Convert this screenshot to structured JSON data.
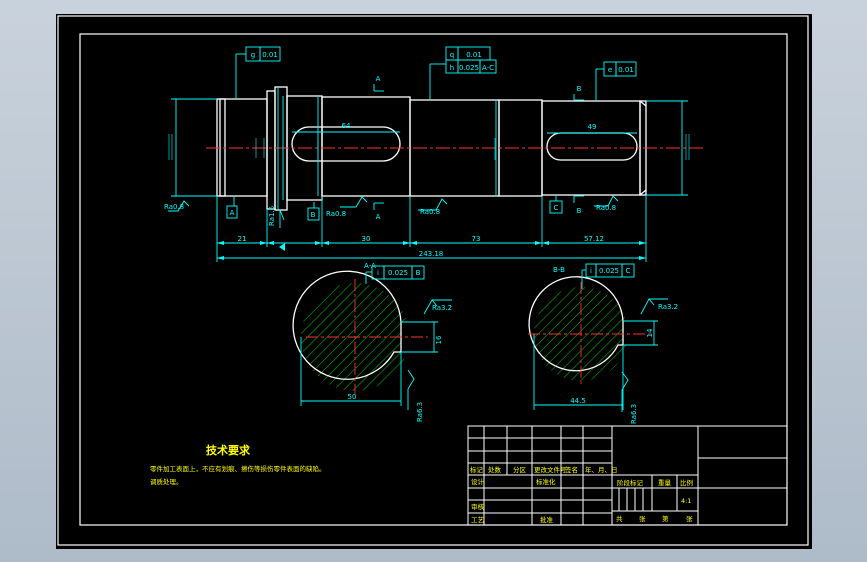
{
  "colors": {
    "background": "#000000",
    "outline": "#ffffff",
    "dimension": "#00ffff",
    "centerline": "#ff3030",
    "text": "#ffff00",
    "hatch": "#00c000",
    "app_bg": "#b8c4d0"
  },
  "tolerances": {
    "g": {
      "symbol": "g",
      "value": "0.01"
    },
    "q": {
      "symbol": "q",
      "value": "0.01"
    },
    "h": {
      "symbol": "h",
      "value": "0.025",
      "datum": "A-C"
    },
    "e": {
      "symbol": "e",
      "value": "0.01"
    },
    "sec_a": {
      "symbol": "i",
      "value": "0.025",
      "datum": "B"
    },
    "sec_b": {
      "symbol": "i",
      "value": "0.025",
      "datum": "C"
    }
  },
  "datums": {
    "a": "A",
    "b": "B",
    "c": "C"
  },
  "section_marks": {
    "a_top": "A",
    "a_bottom": "A",
    "b_top": "B",
    "b_bottom": "B"
  },
  "dims": {
    "key1_len": "64",
    "key2_len": "49",
    "len_21": "21",
    "len_30": "30",
    "len_73": "73",
    "len_57": "57.12",
    "total": "243.18",
    "secA_width": "50",
    "secA_key": "16",
    "secB_width": "44.5",
    "secB_key": "14"
  },
  "roughness": {
    "r1": "Ra0.8",
    "r2": "Ra1.6",
    "r3": "Ra0.8",
    "r4": "Ra0.8",
    "r5": "Ra0.8",
    "secA1": "Ra3.2",
    "secA2": "Ra6.3",
    "secB1": "Ra3.2",
    "secB2": "Ra6.3"
  },
  "section_labels": {
    "a": "A-A",
    "b": "B-B"
  },
  "tech": {
    "title": "技术要求",
    "line1": "零件加工表面上，不应有划痕、擦伤等损伤零件表面的缺陷。",
    "line2": "调质处理。"
  },
  "title_block": {
    "h_mark": "标记",
    "h_count": "处数",
    "h_zone": "分区",
    "h_doc": "更改文件号",
    "h_sign": "签名",
    "h_date": "年、月、日",
    "design": "设计",
    "standard": "标准化",
    "review": "审核",
    "process": "工艺",
    "approve": "批准",
    "stage": "阶段标记",
    "weight": "重量",
    "ratio": "比例",
    "scale": "4:1",
    "sheet1": "共",
    "sheet2": "张",
    "sheet3": "第",
    "sheet4": "张"
  }
}
